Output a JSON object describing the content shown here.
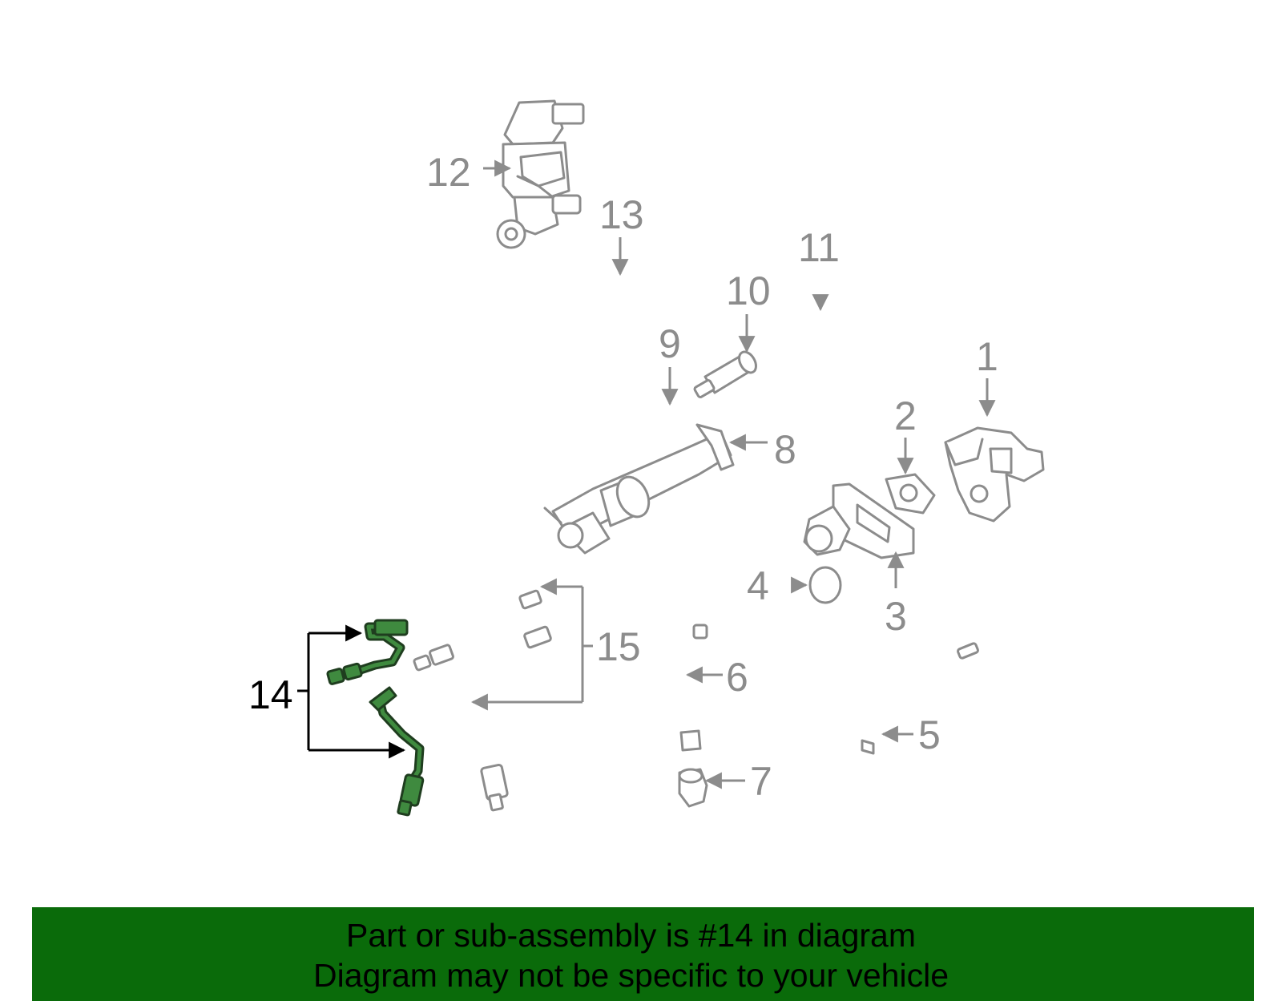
{
  "diagram": {
    "callouts": {
      "c1": "1",
      "c2": "2",
      "c3": "3",
      "c4": "4",
      "c5": "5",
      "c6": "6",
      "c7": "7",
      "c8": "8",
      "c9": "9",
      "c10": "10",
      "c11": "11",
      "c12": "12",
      "c13": "13",
      "c14": "14",
      "c15": "15"
    },
    "highlighted_part": "14",
    "colors": {
      "part_stroke": "#8c8c8c",
      "callout_text": "#8c8c8c",
      "highlight_fill": "#3f8a3f",
      "highlight_stroke": "#1f3d1f",
      "highlight_callout": "#000000",
      "banner_background": "#0a6b0a"
    }
  },
  "banner": {
    "line1": "Part or sub-assembly is #14 in diagram",
    "line2": "Diagram may not be specific to your vehicle"
  }
}
